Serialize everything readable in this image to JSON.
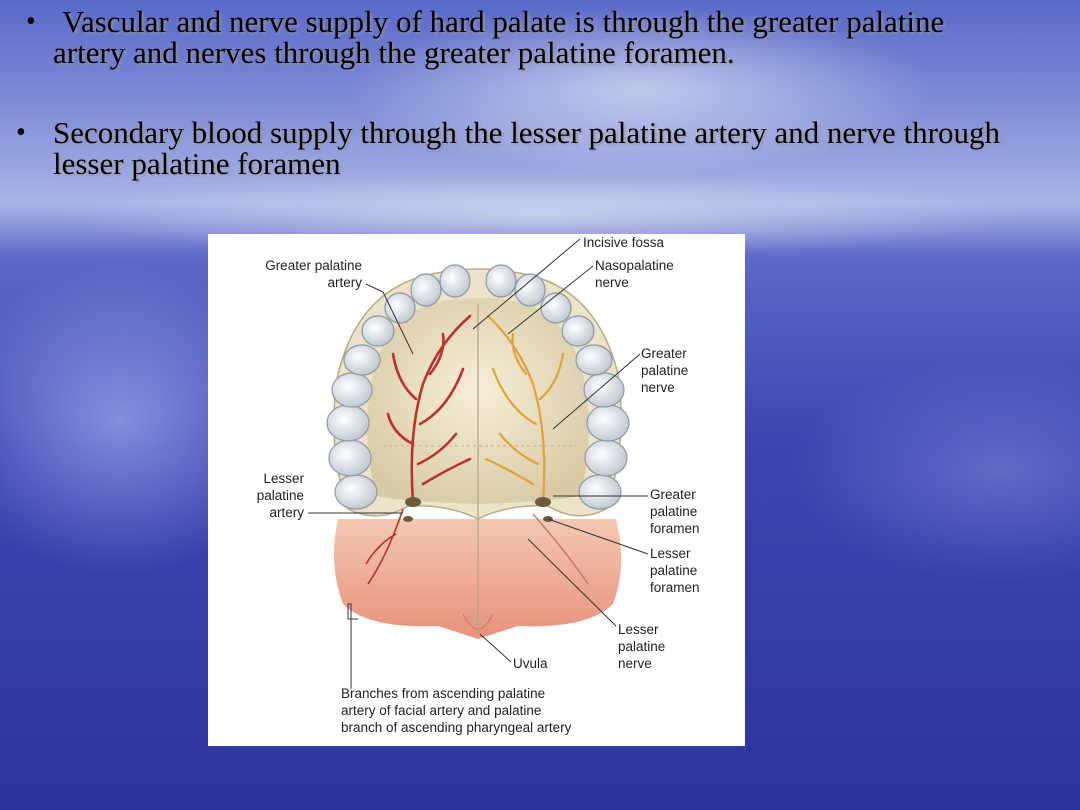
{
  "bullets": [
    {
      "line1": "Vascular and nerve supply of hard palate is through the greater palatine",
      "line2": "artery and nerves through the greater palatine foramen."
    },
    {
      "line1": "Secondary blood supply through the lesser palatine artery and nerve through",
      "line2": "lesser palatine foramen"
    }
  ],
  "figure": {
    "labels": {
      "incisive_fossa": "Incisive fossa",
      "greater_palatine_artery_1": "Greater palatine",
      "greater_palatine_artery_2": "artery",
      "nasopalatine_1": "Nasopalatine",
      "nasopalatine_2": "nerve",
      "greater_palatine_nerve_1": "Greater",
      "greater_palatine_nerve_2": "palatine",
      "greater_palatine_nerve_3": "nerve",
      "lesser_palatine_artery_1": "Lesser",
      "lesser_palatine_artery_2": "palatine",
      "lesser_palatine_artery_3": "artery",
      "greater_palatine_foramen_1": "Greater",
      "greater_palatine_foramen_2": "palatine",
      "greater_palatine_foramen_3": "foramen",
      "lesser_palatine_foramen_1": "Lesser",
      "lesser_palatine_foramen_2": "palatine",
      "lesser_palatine_foramen_3": "foramen",
      "lesser_palatine_nerve_1": "Lesser",
      "lesser_palatine_nerve_2": "palatine",
      "lesser_palatine_nerve_3": "nerve",
      "uvula": "Uvula",
      "branches_1": "Branches from ascending palatine",
      "branches_2": "artery of facial artery and palatine",
      "branches_3": "branch of ascending pharyngeal artery"
    }
  }
}
